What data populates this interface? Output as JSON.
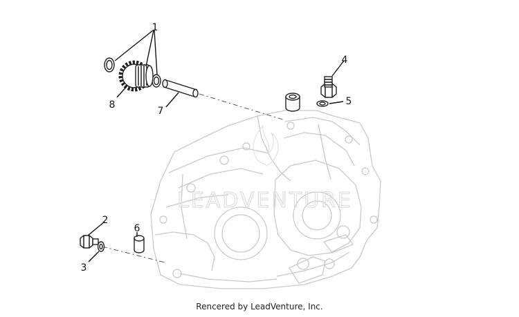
{
  "callouts": {
    "c1": "1",
    "c2": "2",
    "c3": "3",
    "c4": "4",
    "c5": "5",
    "c6": "6",
    "c7": "7",
    "c8": "8"
  },
  "watermark": "LEADVENTURE",
  "footer": "Rencered by LeadVenture, Inc."
}
